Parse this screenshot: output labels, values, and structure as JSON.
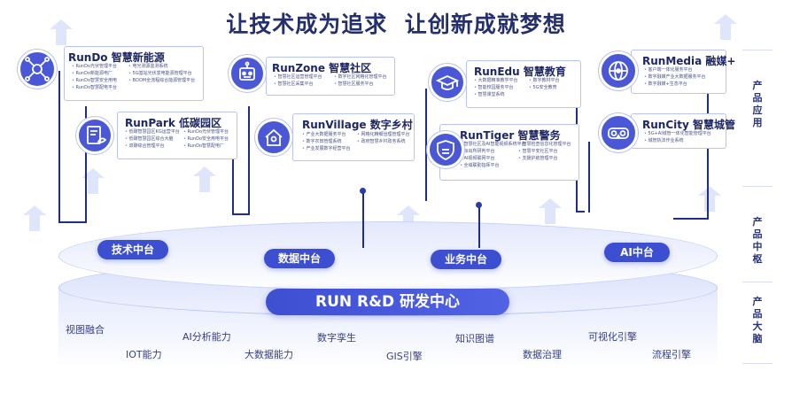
{
  "title": "让技术成为追求  让创新成就梦想",
  "cards": {
    "rundo": {
      "title": "RunDo 智慧新能源",
      "items": [
        "RunDo光伏管理平台",
        "RunDo新能源电厂",
        "RunDo智慧安全用电",
        "RunDo智慧配电平台",
        "电光测源监测系统",
        "5G基站光伏发电能源管理平台",
        "BOOM全流程综合能源管理平台"
      ]
    },
    "runpark": {
      "title": "RunPark 低碳园区",
      "items": [
        "低碳智慧园区KG运营平台",
        "低碳智慧园区综合大脑",
        "双碳综合管理平台",
        "RunDo光伏管理平台",
        "RunDo安全用电平台",
        "RunDo智慧配电厂"
      ]
    },
    "runzone": {
      "title": "RunZone 智慧社区",
      "items": [
        "智慧社区运营管理平台",
        "智慧社区采集平台",
        "数字社区网格化管理平台",
        "智慧社区服务平台"
      ]
    },
    "runvillage": {
      "title": "RunVillage 数字乡村",
      "items": [
        "产业大数据服务平台",
        "数字农田管理系统",
        "产业发展数字经营平台",
        "网格化精细治理管理平台",
        "政府智慧乡村政务系统"
      ]
    },
    "runedu": {
      "title": "RunEdu 智慧教育",
      "items": [
        "大数据精准教学平台",
        "智能校园服务平台",
        "智慧课堂系统",
        "数字教材平台",
        "5G安全教育"
      ]
    },
    "runtiger": {
      "title": "RunTiger 智慧警务",
      "items": [
        "智慧社区及AI智能视频系统平台",
        "派出所研判平台",
        "AI视频联网平台",
        "全域联勤指挥平台",
        "智慧检查信息化管理平台",
        "智慧平安社区平台",
        "支援护航管理平台"
      ]
    },
    "runmedia": {
      "title": "RunMedia 融媒+",
      "items": [
        "客户端一体化服务平台",
        "数字融媒产业大数据服务平台",
        "数字融媒+生态平台"
      ]
    },
    "runcity": {
      "title": "RunCity 智慧城管",
      "items": [
        "5G+AI城管一体化智能管理平台",
        "城管执法作业系统"
      ]
    }
  },
  "middle_platforms": {
    "tech": "技术中台",
    "data": "数据中台",
    "business": "业务中台",
    "ai": "AI中台"
  },
  "rd_center": "RUN R&D 研发中心",
  "capabilities": {
    "c1": "视图融合",
    "c2": "IOT能力",
    "c3": "AI分析能力",
    "c4": "大数据能力",
    "c5": "数字孪生",
    "c6": "GIS引擎",
    "c7": "知识图谱",
    "c8": "数据治理",
    "c9": "可视化引擎",
    "c10": "流程引擎"
  },
  "side_labels": {
    "apps": [
      "产",
      "品",
      "应",
      "用"
    ],
    "middle": [
      "产",
      "品",
      "中",
      "枢"
    ],
    "brain": [
      "产",
      "品",
      "大",
      "脑"
    ]
  },
  "colors": {
    "primary": "#3d4fd1",
    "dark": "#1f2e8c",
    "card_border": "#b9c3f1"
  },
  "icons": [
    "energy-network-icon",
    "document-leaf-icon",
    "robot-icon",
    "house-pin-icon",
    "graduation-cap-icon",
    "police-shield-icon",
    "media-network-icon",
    "vr-headset-icon"
  ]
}
